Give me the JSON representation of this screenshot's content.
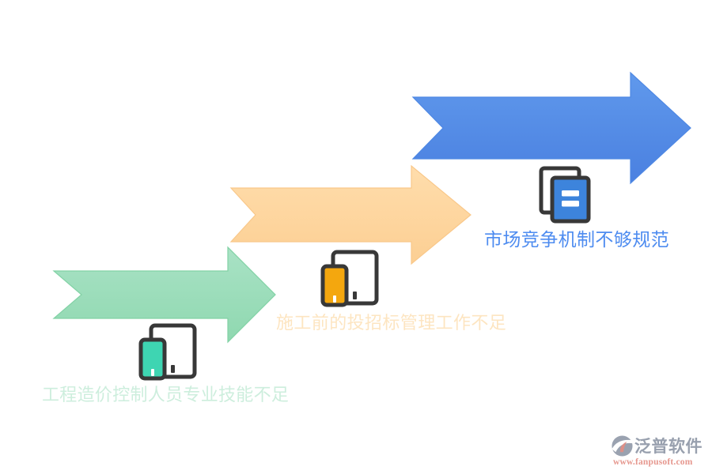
{
  "steps": [
    {
      "label": "工程造价控制人员专业技能不足",
      "icon": "phone-and-tablet",
      "arrow_top": "#a9e2c5",
      "arrow_bottom": "#8fd8b0",
      "arrow_border": "#82d2a5"
    },
    {
      "label": "施工前的投招标管理工作不足",
      "icon": "phone-and-tablet",
      "arrow_top": "#ffddac",
      "arrow_bottom": "#fccf93",
      "arrow_border": "#f9c88a"
    },
    {
      "label": "市场竞争机制不够规范",
      "icon": "stacked-documents",
      "arrow_top": "#6099ec",
      "arrow_bottom": "#4a80e0",
      "arrow_border": "#4e88e4"
    }
  ],
  "watermark": {
    "brand": "泛普软件",
    "url": "www.fanpusoft.com"
  },
  "theme": {
    "step1-label": "#cdeedd",
    "step2-label": "#fde5c1",
    "step3-label": "#4e8cf0",
    "icon-outline": "#383838",
    "icon-accent-1": "#3ed5b2",
    "icon-accent-2": "#f4a70e",
    "icon-accent-3": "#3d84dc",
    "brand-text": "#98a0ae",
    "brand-url": "#e6978e",
    "logo-gray": "#9aa2b0",
    "logo-salmon": "#dd8f87"
  }
}
